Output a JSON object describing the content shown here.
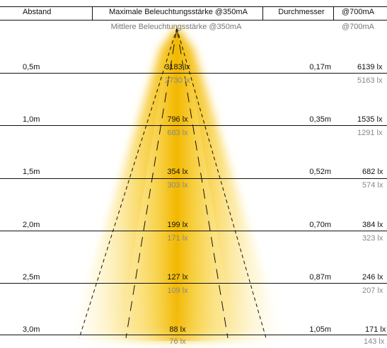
{
  "header": {
    "distance": "Abstand",
    "max_illuminance": "Maximale Beleuchtungsstärke @350mA",
    "diameter": "Durchmesser",
    "current_700": "@700mA"
  },
  "subheader": {
    "avg_illuminance": "Mittlere Beleuchtungsstärke @350mA",
    "current_700": "@700mA"
  },
  "rows": [
    {
      "distance": "0,5m",
      "max": "3183 lx",
      "avg": "2730 lx",
      "diameter": "0,17m",
      "max_700": "6139 lx",
      "avg_700": "5163 lx"
    },
    {
      "distance": "1,0m",
      "max": "796 lx",
      "avg": "683 lx",
      "diameter": "0,35m",
      "max_700": "1535 lx",
      "avg_700": "1291 lx"
    },
    {
      "distance": "1,5m",
      "max": "354 lx",
      "avg": "303 lx",
      "diameter": "0,52m",
      "max_700": "682 lx",
      "avg_700": "574 lx"
    },
    {
      "distance": "2,0m",
      "max": "199 lx",
      "avg": "171 lx",
      "diameter": "0,70m",
      "max_700": "384 lx",
      "avg_700": "323 lx"
    },
    {
      "distance": "2,5m",
      "max": "127 lx",
      "avg": "109 lx",
      "diameter": "0,87m",
      "max_700": "246 lx",
      "avg_700": "207 lx"
    },
    {
      "distance": "3,0m",
      "max": "88 lx",
      "avg": "76 lx",
      "diameter": "1,05m",
      "max_700": "171 lx",
      "avg_700": "143 lx"
    }
  ],
  "colors": {
    "beam_core": "#f2b800",
    "beam_mid": "#f7cf35",
    "beam_edge": "#fdeea0",
    "lines": "#111111",
    "avg_text": "#888888"
  }
}
